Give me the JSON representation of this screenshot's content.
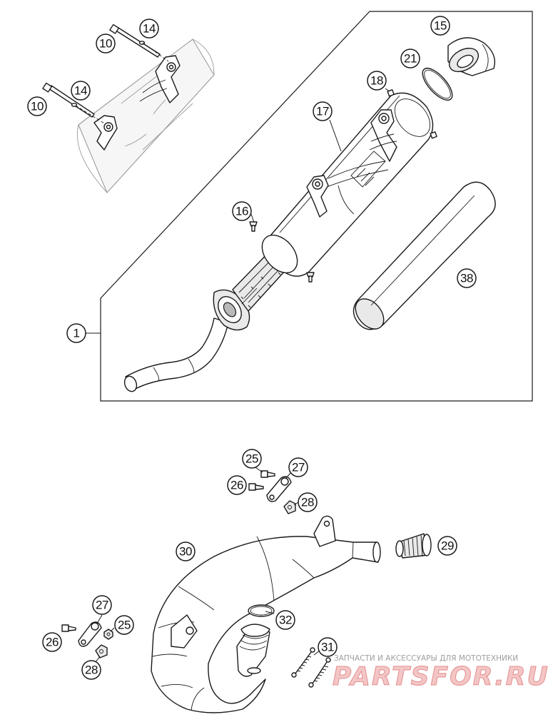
{
  "callouts": {
    "c1": "1",
    "c10a": "10",
    "c14a": "14",
    "c10b": "10",
    "c14b": "14",
    "c15": "15",
    "c16": "16",
    "c17": "17",
    "c18": "18",
    "c21": "21",
    "c38": "38",
    "c25a": "25",
    "c26a": "26",
    "c27a": "27",
    "c28a": "28",
    "c29": "29",
    "c30": "30",
    "c32": "32",
    "c31": "31",
    "c27b": "27",
    "c25b": "25",
    "c26b": "26",
    "c28b": "28"
  },
  "watermark": {
    "tagline": "ЗАПЧАСТИ И АКСЕССУАРЫ ДЛЯ МОТОТЕХНИКИ",
    "logo": "PARTSFOR.RU"
  },
  "colors": {
    "line": "#1a1a1a",
    "watermark_fill": "#f3c6c6",
    "watermark_stroke": "#e58e8e"
  }
}
